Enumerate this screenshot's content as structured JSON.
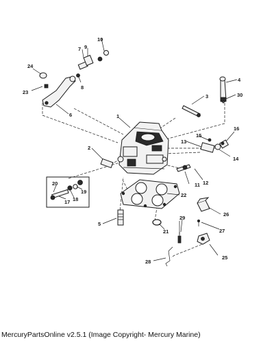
{
  "diagram": {
    "callouts": [
      "1",
      "2",
      "3",
      "4",
      "5",
      "6",
      "7",
      "8",
      "9",
      "10",
      "11",
      "12",
      "13",
      "14",
      "15",
      "16",
      "17",
      "18",
      "19",
      "20",
      "21",
      "22",
      "23",
      "24",
      "25",
      "26",
      "27",
      "28",
      "29",
      "30"
    ]
  },
  "footer": {
    "caption": "MercuryPartsOnline v2.5.1 (Image Copyright- Mercury Marine)"
  }
}
